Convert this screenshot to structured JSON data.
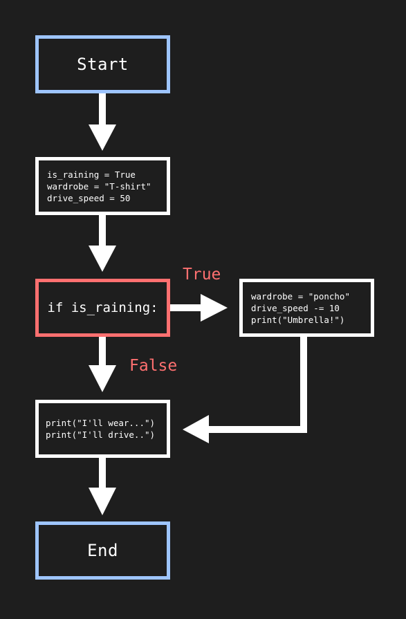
{
  "nodes": {
    "start": {
      "label": "Start"
    },
    "init": {
      "lines": [
        "is_raining = True",
        "wardrobe = \"T-shirt\"",
        "drive_speed = 50"
      ]
    },
    "decision": {
      "label": "if is_raining:"
    },
    "true_branch": {
      "lines": [
        "wardrobe = \"poncho\"",
        "drive_speed -= 10",
        "print(\"Umbrella!\")"
      ]
    },
    "output": {
      "lines": [
        "print(\"I'll wear...\")",
        "print(\"I'll drive..\")"
      ]
    },
    "end": {
      "label": "End"
    }
  },
  "edges": {
    "true_label": "True",
    "false_label": "False"
  },
  "colors": {
    "background": "#1e1e1e",
    "terminal_border": "#9ec5ff",
    "decision_border": "#ff7070",
    "process_border": "#ffffff",
    "label_color": "#ff7070",
    "arrow_color": "#ffffff"
  }
}
